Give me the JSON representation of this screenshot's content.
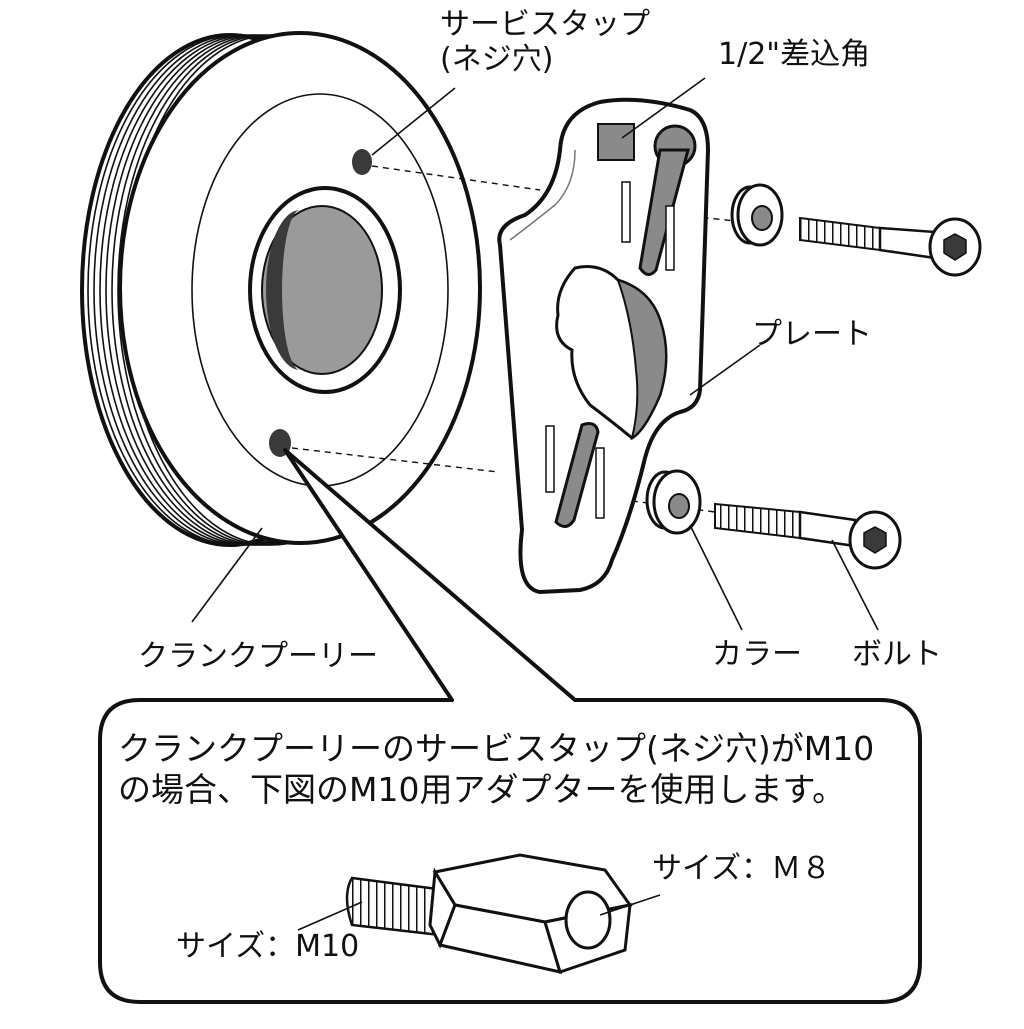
{
  "labels": {
    "service_tap_line1": "サービスタップ",
    "service_tap_line2": "(ネジ穴)",
    "square_drive": "1/2\"差込角",
    "plate": "プレート",
    "crank_pulley": "クランクプーリー",
    "collar": "カラー",
    "bolt": "ボルト"
  },
  "callout": {
    "line1": "クランクプーリーのサービスタップ(ネジ穴)がM10",
    "line2": "の場合、下図のM10用アダプターを使用します。"
  },
  "adapter": {
    "size_female": "サイズ：Ｍ８",
    "size_male": "サイズ：M10"
  },
  "colors": {
    "outline": "#111111",
    "shade": "#8a8a8a",
    "dark": "#3a3a3a",
    "light_fill": "#ffffff"
  }
}
